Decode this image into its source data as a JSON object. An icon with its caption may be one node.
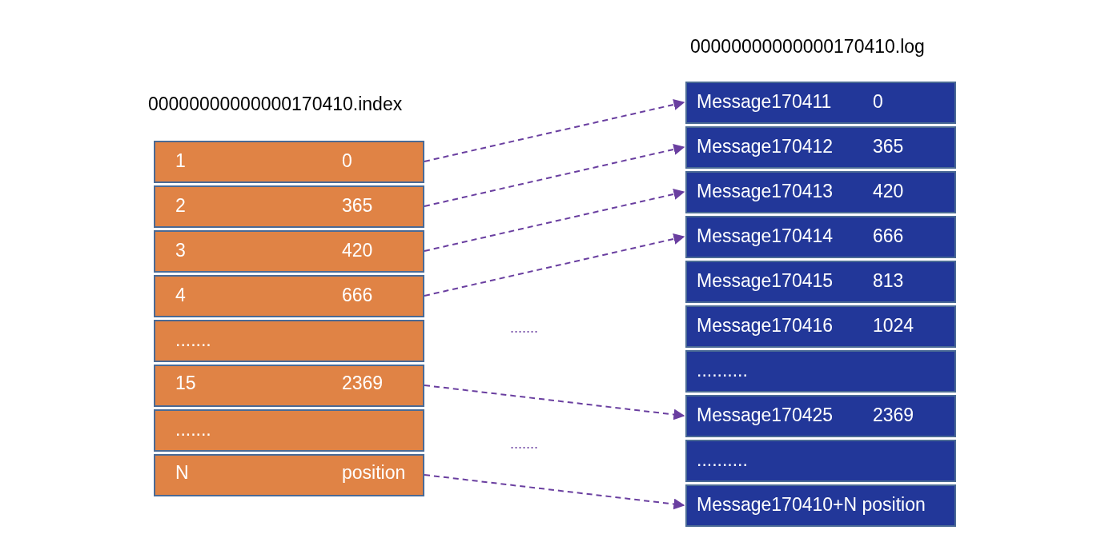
{
  "diagram": {
    "nodes": [
      {
        "text": [
          "1",
          "0"
        ]
      },
      {
        "text": [
          "2",
          "365"
        ]
      },
      {
        "text": [
          "3",
          "420"
        ]
      },
      {
        "text": [
          "4",
          "666"
        ]
      },
      {
        "text": [
          "......."
        ]
      },
      {
        "text": [
          "15",
          "2369"
        ]
      },
      {
        "text": [
          "......."
        ]
      },
      {
        "text": [
          "N",
          "position"
        ]
      },
      {
        "text": [
          "Message170411",
          "0"
        ]
      },
      {
        "text": [
          "Message170412",
          "365"
        ]
      },
      {
        "text": [
          "Message170413",
          "420"
        ]
      },
      {
        "text": [
          "Message170414",
          "666"
        ]
      },
      {
        "text": [
          "Message170415",
          "813"
        ]
      },
      {
        "text": [
          "Message170416",
          "1024"
        ]
      },
      {
        "text": [
          ".........."
        ]
      },
      {
        "text": [
          "Message170425",
          "2369"
        ]
      },
      {
        "text": [
          ".........."
        ]
      },
      {
        "text": [
          "Message170410+N position"
        ]
      }
    ],
    "edges": [
      {
        "from": 0,
        "to": 8,
        "arrow": "to",
        "style": "dashed"
      },
      {
        "from": 1,
        "to": 9,
        "arrow": "to",
        "style": "dashed"
      },
      {
        "from": 2,
        "to": 10,
        "arrow": "to",
        "style": "dashed"
      },
      {
        "from": 3,
        "to": 11,
        "arrow": "to",
        "style": "dashed"
      },
      {
        "from": 5,
        "to": 15,
        "arrow": "to",
        "style": "dashed"
      },
      {
        "from": 7,
        "to": 17,
        "arrow": "to",
        "style": "dashed"
      }
    ],
    "labels": [
      "00000000000000170410.log",
      "00000000000000170410.index",
      ".......",
      "......."
    ]
  }
}
